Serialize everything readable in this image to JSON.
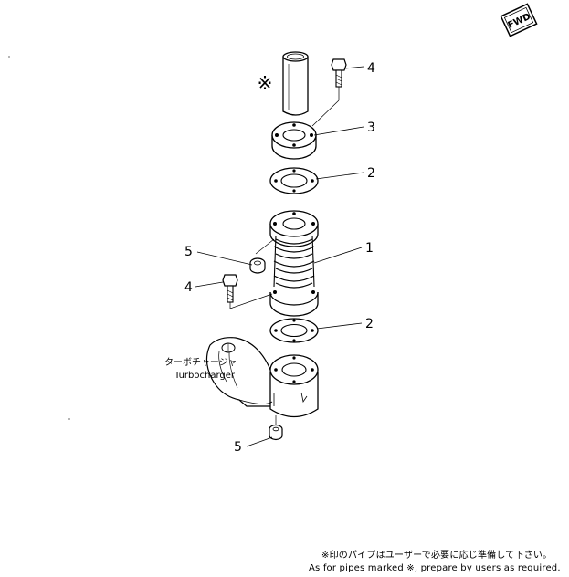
{
  "fwd_badge": "FWD",
  "pipe_marker": "※",
  "callouts": {
    "c4_top": "4",
    "c3": "3",
    "c2_upper": "2",
    "c1": "1",
    "c5_upper": "5",
    "c4_lower": "4",
    "c2_lower": "2",
    "c5_lower": "5"
  },
  "turbocharger": {
    "jp": "ターボチャージャ",
    "en": "Turbocharger"
  },
  "footnote": {
    "jp": "※印のパイプはユーザーで必要に応じ準備して下さい。",
    "en": "As for pipes marked ※, prepare by users as required."
  }
}
